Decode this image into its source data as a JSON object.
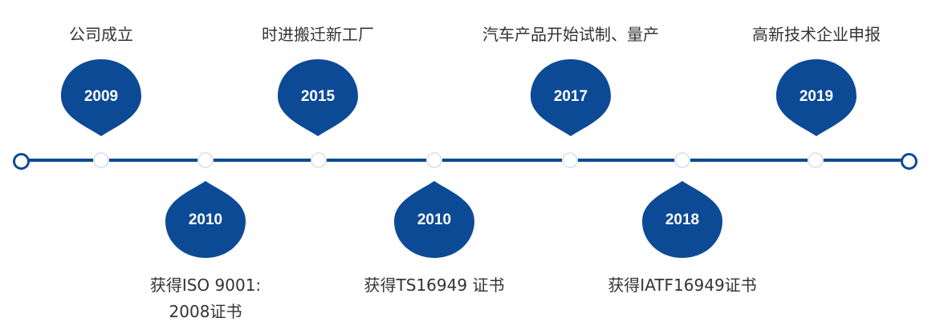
{
  "milestones": [
    {
      "year": "2009",
      "caption": "公司成立",
      "side": "top"
    },
    {
      "year": "2010",
      "caption": "获得ISO 9001:\n2008证书",
      "side": "bottom"
    },
    {
      "year": "2015",
      "caption": "时进搬迁新工厂",
      "side": "top"
    },
    {
      "year": "2010",
      "caption": "获得TS16949 证书",
      "side": "bottom"
    },
    {
      "year": "2017",
      "caption": "汽车产品开始试制、量产",
      "side": "top"
    },
    {
      "year": "2018",
      "caption": "获得IATF16949证书",
      "side": "bottom"
    },
    {
      "year": "2019",
      "caption": "高新技术企业申报",
      "side": "top"
    }
  ],
  "colors": {
    "accent": "#0d4a96",
    "text": "#333333",
    "tick": "#e2e6ec"
  }
}
